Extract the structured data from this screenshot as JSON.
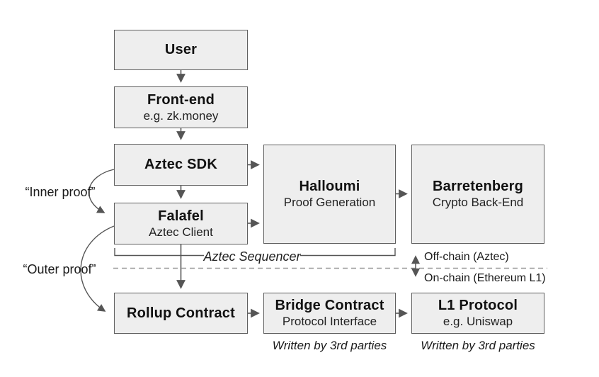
{
  "diagram": {
    "nodes": {
      "user": {
        "title": "User"
      },
      "frontend": {
        "title": "Front-end",
        "subtitle": "e.g. zk.money"
      },
      "sdk": {
        "title": "Aztec SDK"
      },
      "falafel": {
        "title": "Falafel",
        "subtitle": "Aztec Client"
      },
      "halloumi": {
        "title": "Halloumi",
        "subtitle": "Proof Generation"
      },
      "barretenberg": {
        "title": "Barretenberg",
        "subtitle": "Crypto Back-End"
      },
      "rollup": {
        "title": "Rollup Contract"
      },
      "bridge": {
        "title": "Bridge Contract",
        "subtitle": "Protocol Interface"
      },
      "l1": {
        "title": "L1 Protocol",
        "subtitle": "e.g. Uniswap"
      }
    },
    "labels": {
      "inner_proof": "“Inner proof”",
      "outer_proof": "“Outer proof”",
      "sequencer": "Aztec Sequencer",
      "off_chain": "Off-chain (Aztec)",
      "on_chain": "On-chain (Ethereum L1)",
      "written_by_left": "Written by 3rd parties",
      "written_by_right": "Written by 3rd parties"
    },
    "colors": {
      "box_fill": "#eeeeee",
      "box_border": "#5f5f5f",
      "arrow": "#555555",
      "bracket": "#555555",
      "dashed_line": "#999999",
      "text": "#1a1a1a"
    }
  }
}
